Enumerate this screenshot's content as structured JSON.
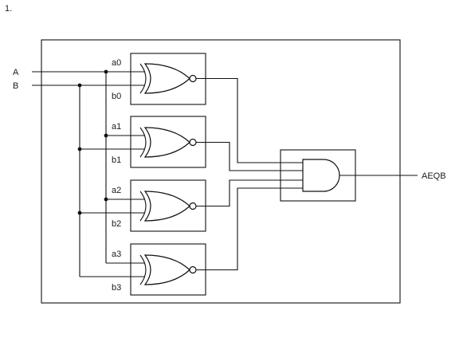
{
  "figure_number": "1.",
  "inputs": {
    "a": "A",
    "b": "B"
  },
  "output": "AEQB",
  "stages": [
    {
      "a_label": "a0",
      "b_label": "b0"
    },
    {
      "a_label": "a1",
      "b_label": "b1"
    },
    {
      "a_label": "a2",
      "b_label": "b2"
    },
    {
      "a_label": "a3",
      "b_label": "b3"
    }
  ],
  "colors": {
    "line": "#111111",
    "background": "#ffffff",
    "text": "#1a1a1a"
  }
}
